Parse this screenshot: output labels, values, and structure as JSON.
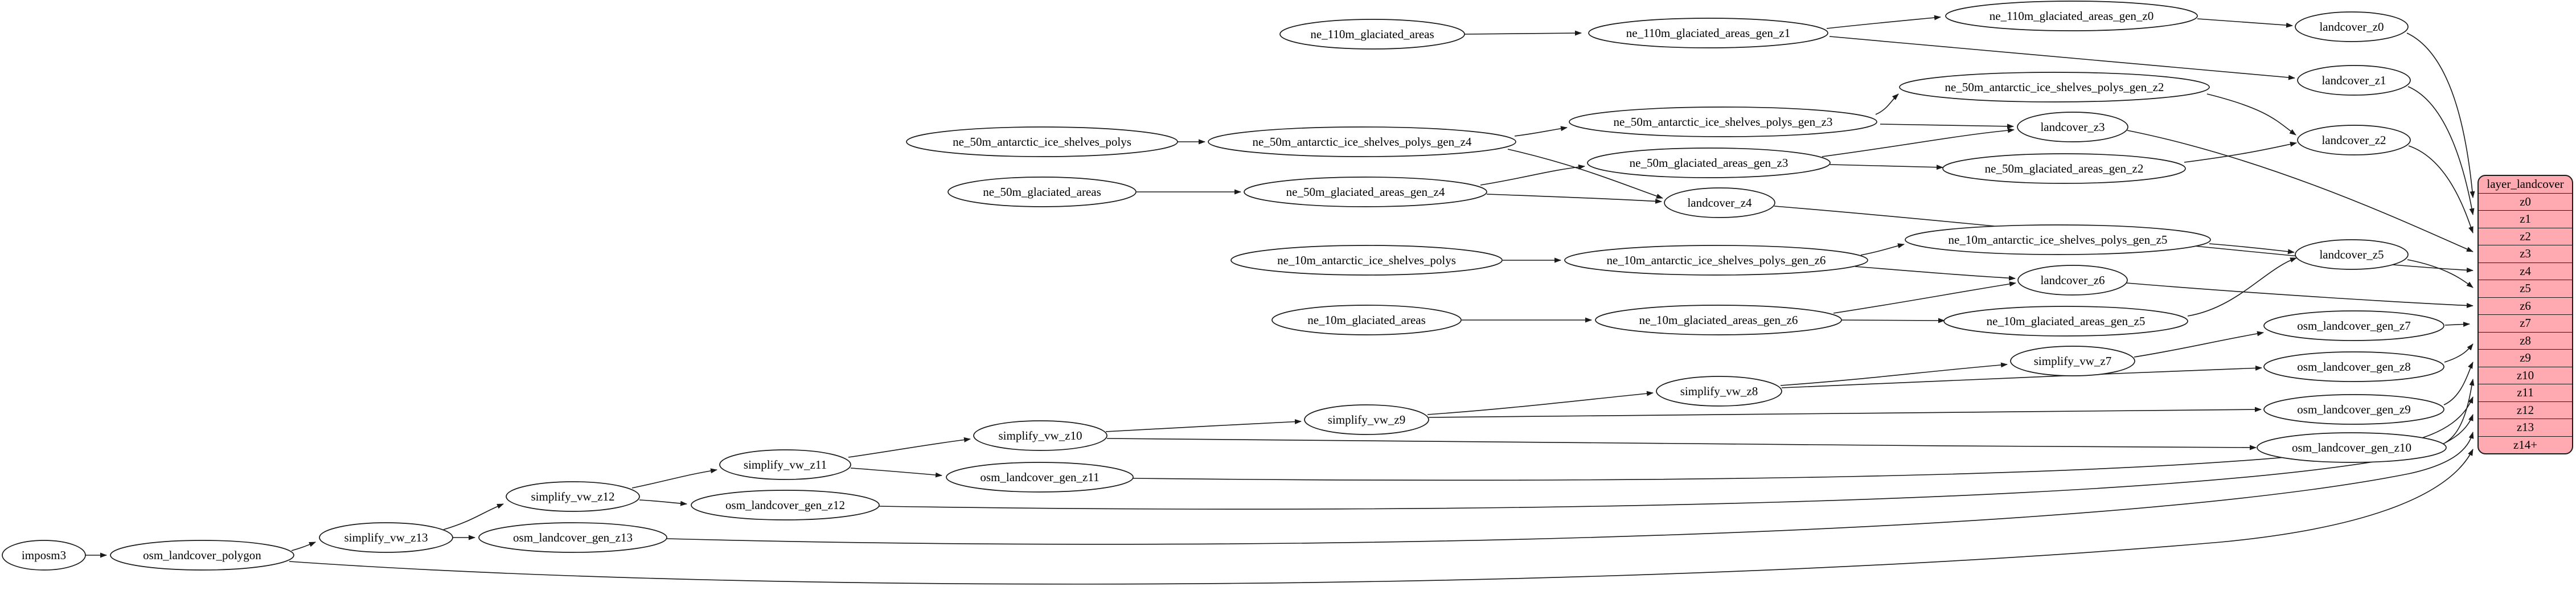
{
  "diagram": {
    "type": "etl-dependency-graph",
    "colors": {
      "background": "#ffffff",
      "node_fill": "#ffffff",
      "node_stroke": "#1a1a1a",
      "edge": "#1a1a1a",
      "table_fill": "#ffa9b0"
    },
    "nodes": {
      "ne_110m_glaciated_areas": "ne_110m_glaciated_areas",
      "ne_110m_glaciated_areas_gen_z1": "ne_110m_glaciated_areas_gen_z1",
      "ne_110m_glaciated_areas_gen_z0": "ne_110m_glaciated_areas_gen_z0",
      "landcover_z0": "landcover_z0",
      "landcover_z1": "landcover_z1",
      "landcover_z2": "landcover_z2",
      "landcover_z3": "landcover_z3",
      "landcover_z4": "landcover_z4",
      "landcover_z5": "landcover_z5",
      "landcover_z6": "landcover_z6",
      "ne_50m_antarctic_ice_shelves_polys": "ne_50m_antarctic_ice_shelves_polys",
      "ne_50m_antarctic_ice_shelves_polys_gen_z4": "ne_50m_antarctic_ice_shelves_polys_gen_z4",
      "ne_50m_antarctic_ice_shelves_polys_gen_z3": "ne_50m_antarctic_ice_shelves_polys_gen_z3",
      "ne_50m_antarctic_ice_shelves_polys_gen_z2": "ne_50m_antarctic_ice_shelves_polys_gen_z2",
      "ne_50m_glaciated_areas": "ne_50m_glaciated_areas",
      "ne_50m_glaciated_areas_gen_z4": "ne_50m_glaciated_areas_gen_z4",
      "ne_50m_glaciated_areas_gen_z3": "ne_50m_glaciated_areas_gen_z3",
      "ne_50m_glaciated_areas_gen_z2": "ne_50m_glaciated_areas_gen_z2",
      "ne_10m_antarctic_ice_shelves_polys": "ne_10m_antarctic_ice_shelves_polys",
      "ne_10m_antarctic_ice_shelves_polys_gen_z6": "ne_10m_antarctic_ice_shelves_polys_gen_z6",
      "ne_10m_antarctic_ice_shelves_polys_gen_z5": "ne_10m_antarctic_ice_shelves_polys_gen_z5",
      "ne_10m_glaciated_areas": "ne_10m_glaciated_areas",
      "ne_10m_glaciated_areas_gen_z6": "ne_10m_glaciated_areas_gen_z6",
      "ne_10m_glaciated_areas_gen_z5": "ne_10m_glaciated_areas_gen_z5",
      "imposm3": "imposm3",
      "osm_landcover_polygon": "osm_landcover_polygon",
      "simplify_vw_z13": "simplify_vw_z13",
      "simplify_vw_z12": "simplify_vw_z12",
      "simplify_vw_z11": "simplify_vw_z11",
      "simplify_vw_z10": "simplify_vw_z10",
      "simplify_vw_z9": "simplify_vw_z9",
      "simplify_vw_z8": "simplify_vw_z8",
      "simplify_vw_z7": "simplify_vw_z7",
      "osm_landcover_gen_z13": "osm_landcover_gen_z13",
      "osm_landcover_gen_z12": "osm_landcover_gen_z12",
      "osm_landcover_gen_z11": "osm_landcover_gen_z11",
      "osm_landcover_gen_z10": "osm_landcover_gen_z10",
      "osm_landcover_gen_z9": "osm_landcover_gen_z9",
      "osm_landcover_gen_z8": "osm_landcover_gen_z8",
      "osm_landcover_gen_z7": "osm_landcover_gen_z7"
    },
    "table": {
      "title": "layer_landcover",
      "rows": [
        "z0",
        "z1",
        "z2",
        "z3",
        "z4",
        "z5",
        "z6",
        "z7",
        "z8",
        "z9",
        "z10",
        "z11",
        "z12",
        "z13",
        "z14+"
      ]
    }
  }
}
